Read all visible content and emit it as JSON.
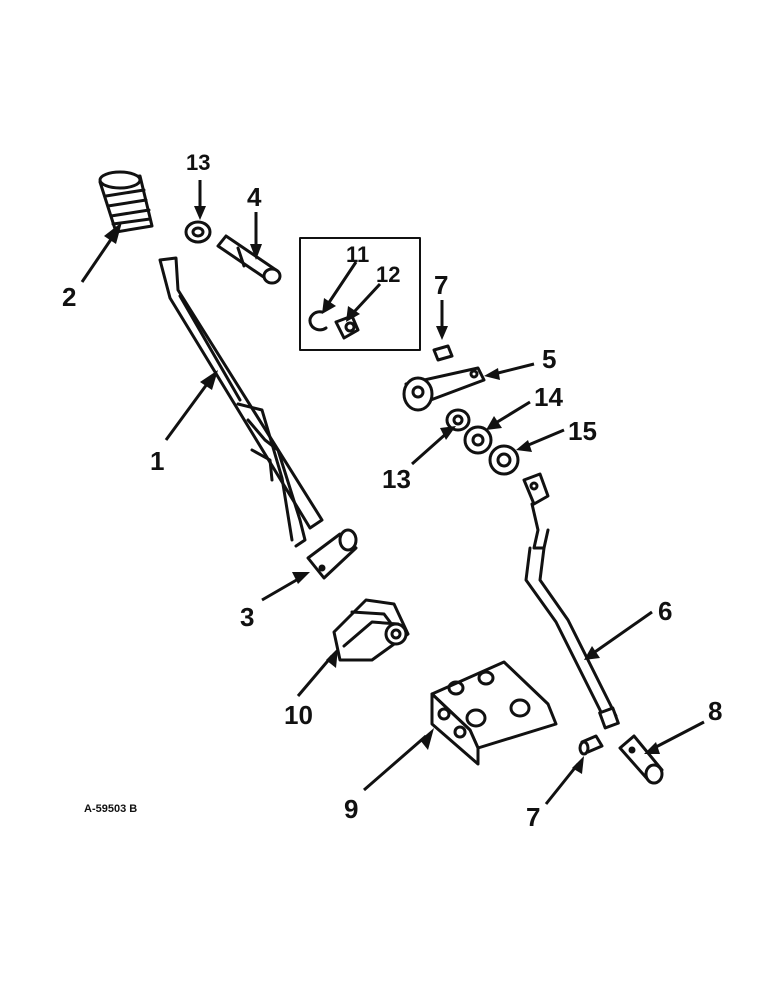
{
  "callouts": {
    "c1": "1",
    "c2": "2",
    "c3": "3",
    "c4": "4",
    "c5": "5",
    "c6": "6",
    "c7a": "7",
    "c7b": "7",
    "c8": "8",
    "c9": "9",
    "c10": "10",
    "c11": "11",
    "c12": "12",
    "c13a": "13",
    "c13b": "13",
    "c14": "14",
    "c15": "15"
  },
  "reference_code": "A-59503 B"
}
